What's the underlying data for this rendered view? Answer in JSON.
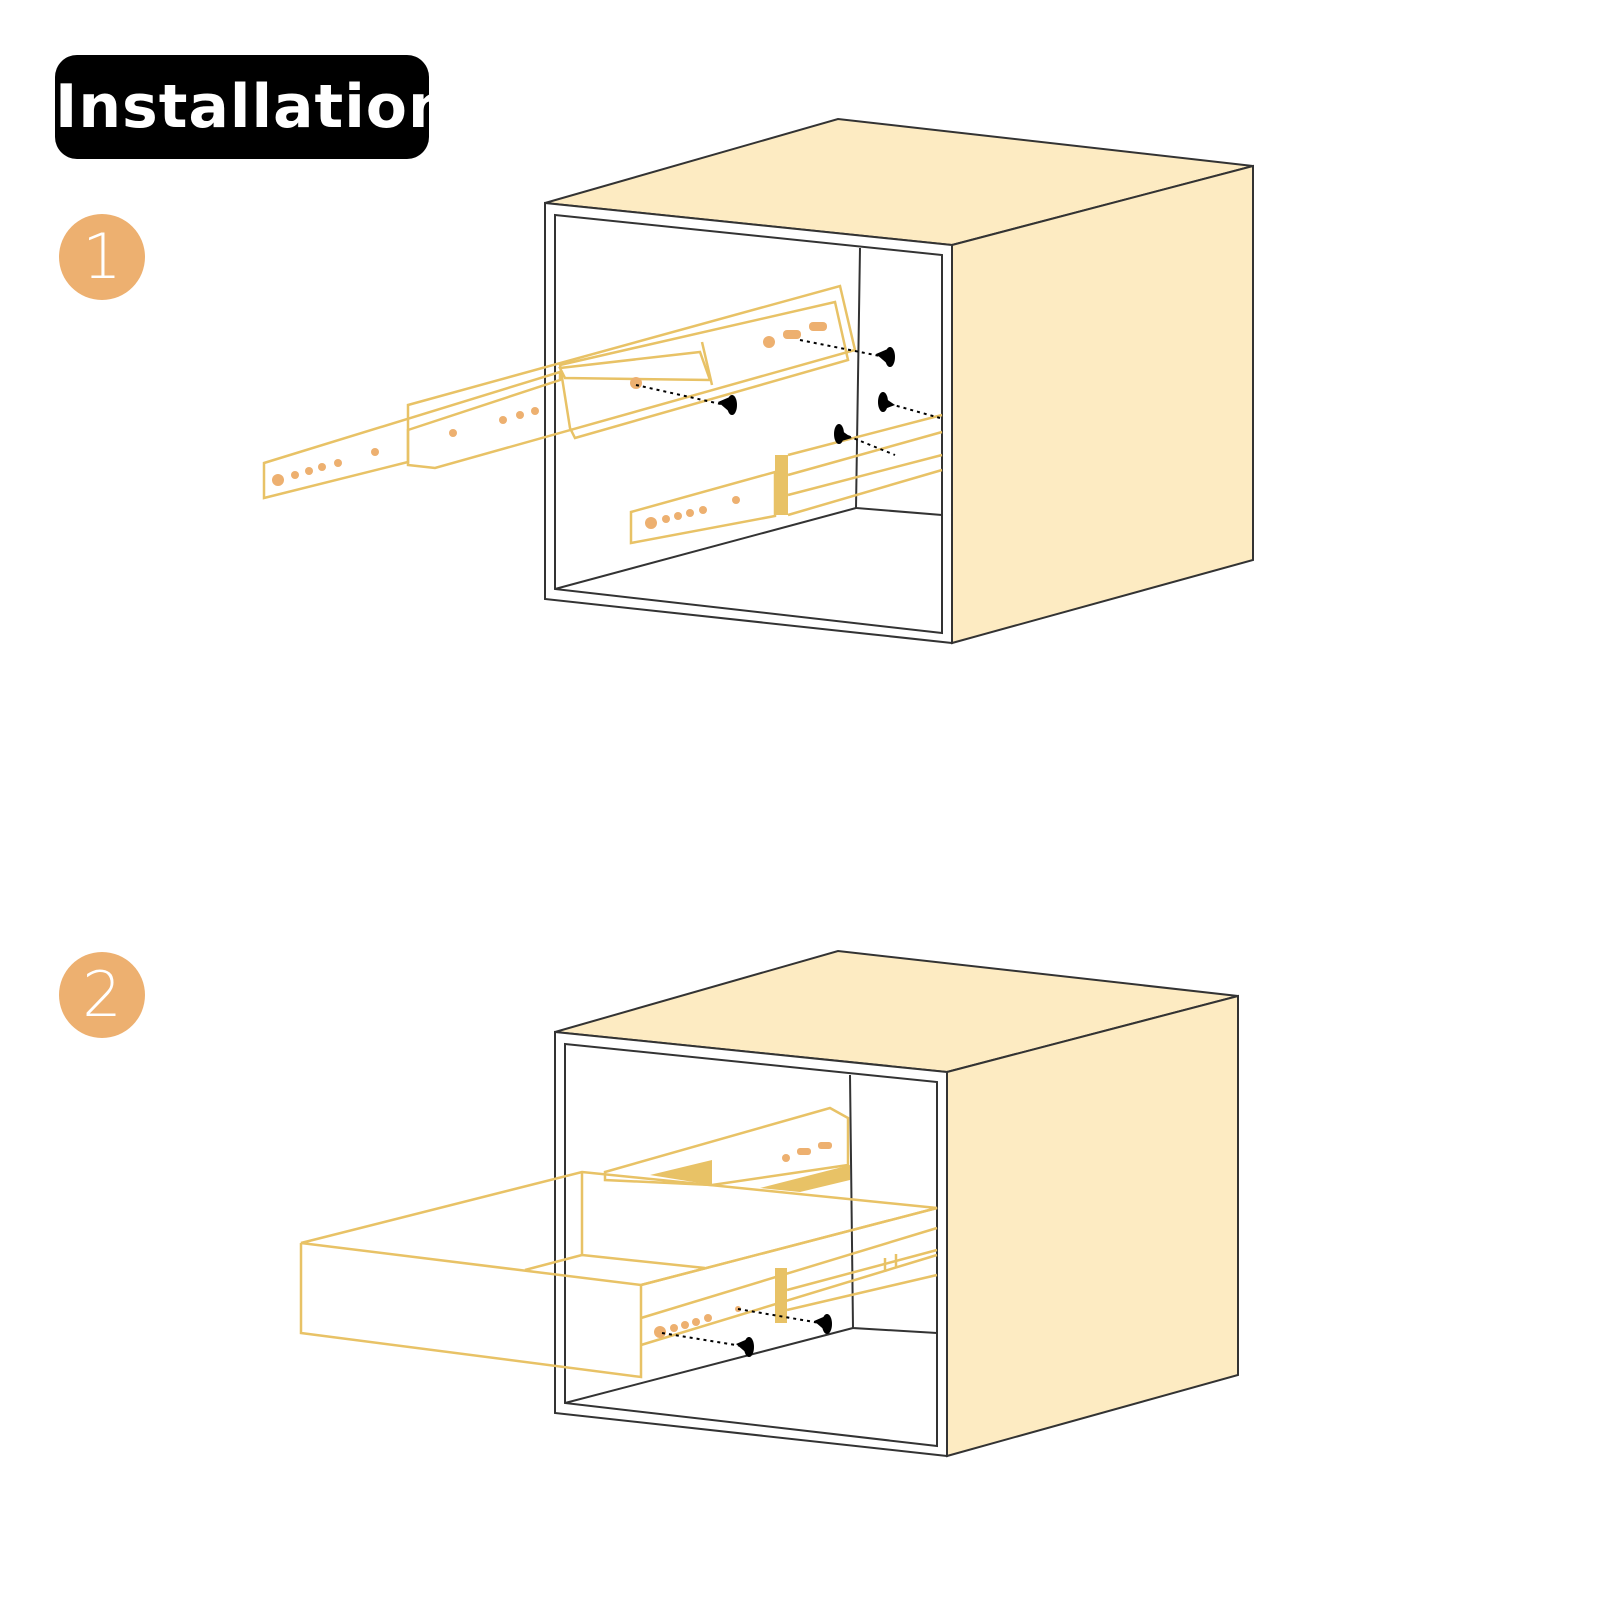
{
  "header": {
    "title": "Installation"
  },
  "steps": [
    {
      "number": "1"
    },
    {
      "number": "2"
    }
  ],
  "colors": {
    "accent": "#EDB070",
    "cabinet_fill": "#FDEBC2",
    "rail": "#E8C266",
    "title_bg": "#000000"
  }
}
